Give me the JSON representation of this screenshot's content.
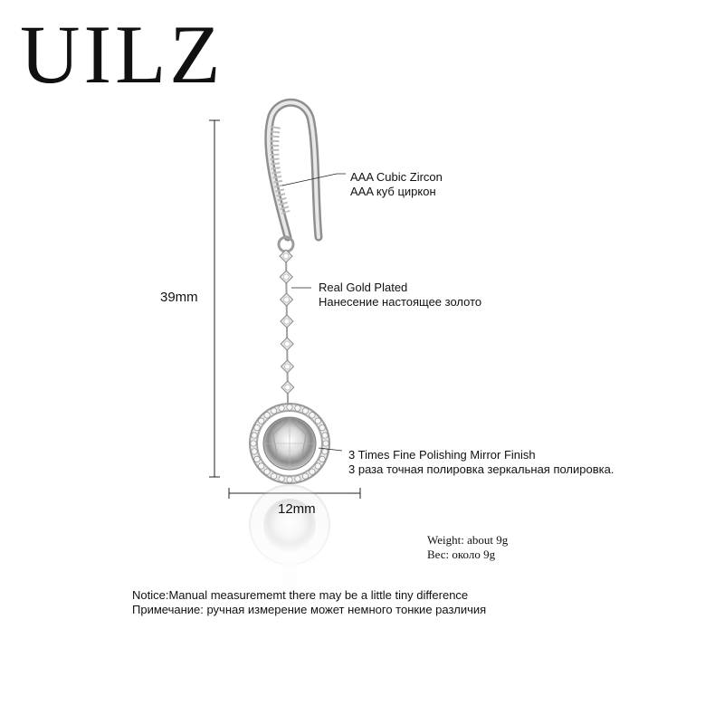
{
  "brand": {
    "logo_text": "UILZ"
  },
  "callouts": {
    "zircon": {
      "en": "AAA Cubic Zircon",
      "ru": "AAA куб циркон"
    },
    "gold": {
      "en": "Real Gold Plated",
      "ru": "Нанесение настоящее золото"
    },
    "finish": {
      "en": "3 Times Fine Polishing Mirror Finish",
      "ru": "3 раза точная полировка зеркальная полировка."
    }
  },
  "dimensions": {
    "height": "39mm",
    "width": "12mm"
  },
  "weight": {
    "en": "Weight: about  9g",
    "ru": "Вес: около  9g"
  },
  "notice": {
    "en": "Notice:Manual measurememt there may be a little tiny difference",
    "ru": "Примечание: ручная измерение может немного тонкие различия"
  }
}
